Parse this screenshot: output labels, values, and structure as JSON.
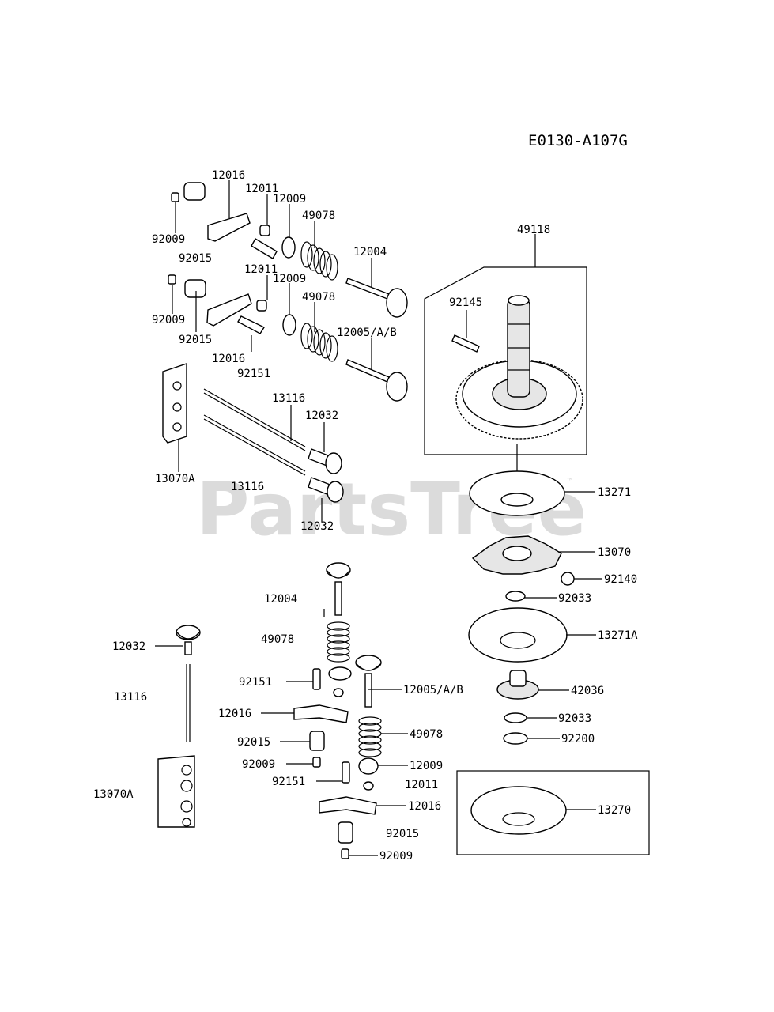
{
  "diagram_code": "E0130-A107G",
  "watermark": "PartsTree",
  "watermark_mark": "™",
  "part_labels": {
    "p12016_a": "12016",
    "p12011_a": "12011",
    "p12009_a": "12009",
    "p49078_a": "49078",
    "p92009_a": "92009",
    "p92015_a": "92015",
    "p12004_a": "12004",
    "p12011_b": "12011",
    "p12009_b": "12009",
    "p49078_b": "49078",
    "p92009_b": "92009",
    "p92015_b": "92015",
    "p12005_a": "12005/A/B",
    "p12016_b": "12016",
    "p92151_a": "92151",
    "p13116_a": "13116",
    "p12032_a": "12032",
    "p13070A_a": "13070A",
    "p13116_b": "13116",
    "p12032_b": "12032",
    "p49118": "49118",
    "p92145": "92145",
    "p13271": "13271",
    "p13070": "13070",
    "p92140": "92140",
    "p92033_a": "92033",
    "p13271A": "13271A",
    "p42036": "42036",
    "p92033_b": "92033",
    "p92200": "92200",
    "p13270": "13270",
    "p12004_b": "12004",
    "p49078_c": "49078",
    "p92151_b": "92151",
    "p12005_b": "12005/A/B",
    "p12016_c": "12016",
    "p92015_c": "92015",
    "p92009_c": "92009",
    "p49078_d": "49078",
    "p12009_c": "12009",
    "p92151_c": "92151",
    "p12011_c": "12011",
    "p12016_d": "12016",
    "p92015_d": "92015",
    "p92009_d": "92009",
    "p12032_c": "12032",
    "p13116_c": "13116",
    "p13070A_b": "13070A"
  }
}
